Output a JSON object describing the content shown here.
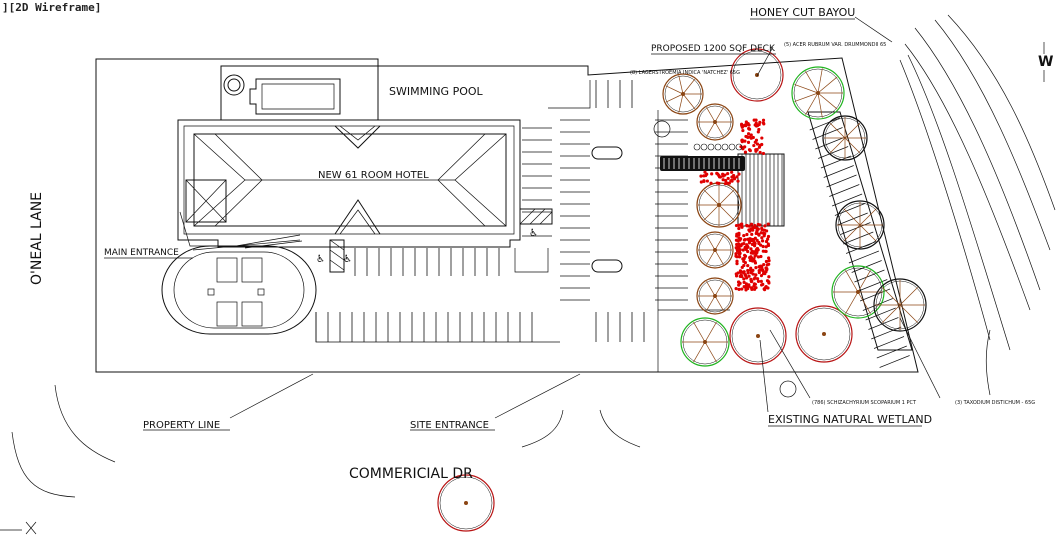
{
  "viewport": {
    "label": "][2D Wireframe]"
  },
  "labels": {
    "honey_cut_bayou": "HONEY CUT BAYOU",
    "proposed_deck": "PROPOSED 1200 SQF DECK",
    "swimming_pool": "SWIMMING POOL",
    "hotel": "NEW 61 ROOM HOTEL",
    "main_entrance": "MAIN ENTRANCE",
    "oneal_lane": "O'NEAL LANE",
    "property_line": "PROPERTY LINE",
    "site_entrance": "SITE ENTRANCE",
    "existing_wetland": "EXISTING NATURAL WETLAND",
    "commercial_dr": "COMMERICIAL DR"
  },
  "small_notes": {
    "note_top_right": "(5) ACER RUBRUM VAR. DRUMMONDII 65",
    "note_top_left": "(8) LAGERSTROEMIA INDICA 'NATCHEZ' 65G",
    "note_bottom_mid": "(786) SCHIZACHYRIUM SCOPARIUM 1 PCT",
    "note_bottom_right": "(3) TAXODIUM DISTICHUM - 65G"
  },
  "compass": {
    "label": "W"
  },
  "colors": {
    "linework": "#111111",
    "tree_green": "#1fb41f",
    "tree_red": "#b81414",
    "tree_brown": "#8b4513",
    "shrub_red": "#e00000"
  }
}
